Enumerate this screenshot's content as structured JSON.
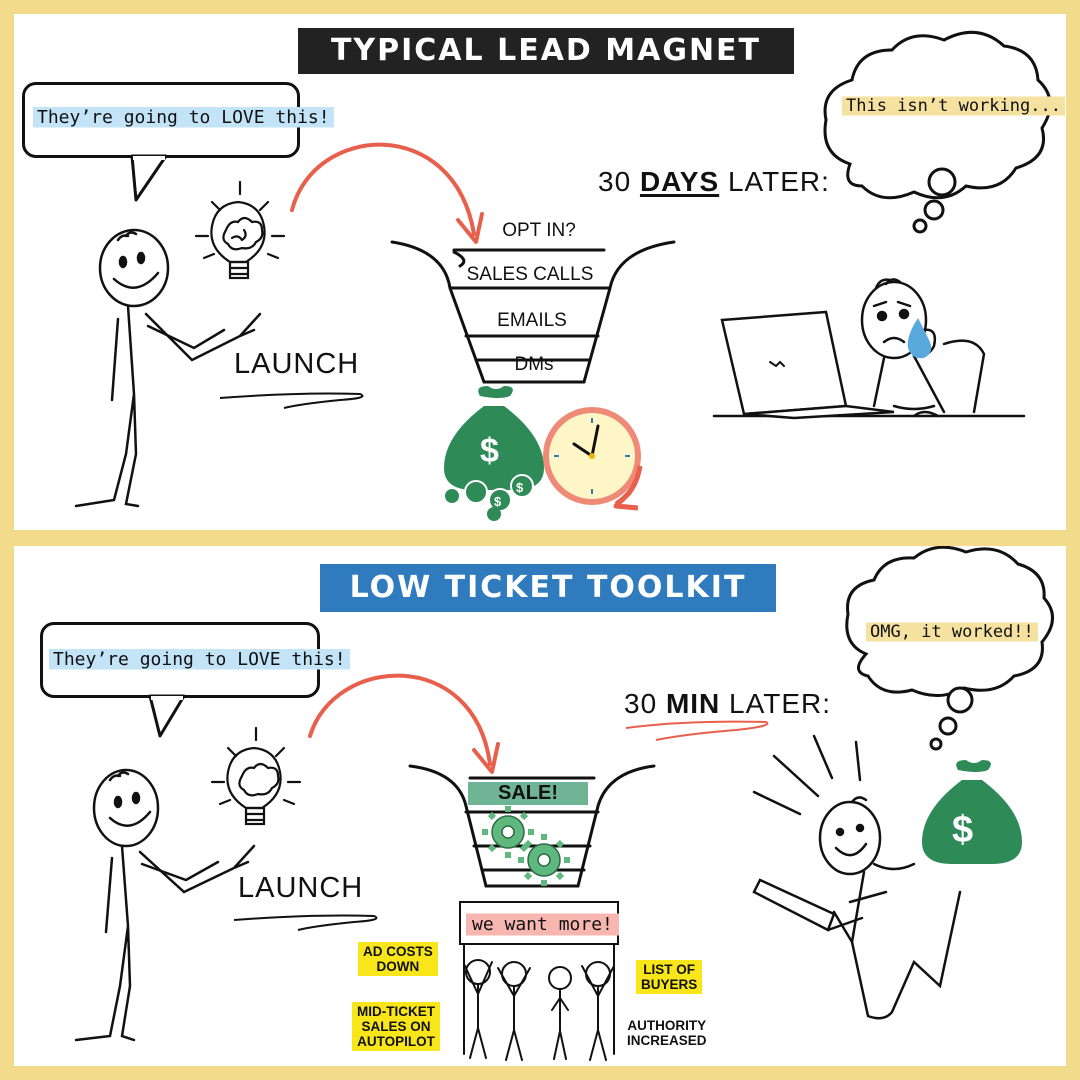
{
  "top": {
    "banner": "TYPICAL LEAD MAGNET",
    "speech": "They’re going to LOVE this!",
    "launch": "LAUNCH",
    "funnel": [
      "OPT IN?",
      "SALES CALLS",
      "EMAILS",
      "DMs"
    ],
    "later_prefix": "30",
    "later_word": "DAYS",
    "later_suffix": "LATER:",
    "thought": "This isn’t working..."
  },
  "bottom": {
    "banner": "LOW TICKET TOOLKIT",
    "speech": "They’re going to LOVE this!",
    "launch": "LAUNCH",
    "funnel_sale": "SALE!",
    "sign": "we want more!",
    "later_prefix": "30",
    "later_word": "MIN",
    "later_suffix": "LATER:",
    "thought": "OMG, it worked!!",
    "notes": {
      "ad_costs": "AD COSTS\nDOWN",
      "mid_ticket": "MID-TICKET\nSALES ON\nAUTOPILOT",
      "list_of_buyers": "LIST OF\nBUYERS",
      "authority": "AUTHORITY\nINCREASED"
    }
  },
  "colors": {
    "frame": "#f2dc8c",
    "banner_dark": "#222222",
    "banner_blue": "#2f7bbd",
    "arrow_red": "#e8604c",
    "money_green": "#2e8b57",
    "sticky_yellow": "#f8e51a"
  },
  "icons": [
    "lightbulb-brain-icon",
    "money-bag-icon",
    "clock-icon",
    "gears-icon",
    "laptop-icon",
    "teardrop-icon"
  ]
}
